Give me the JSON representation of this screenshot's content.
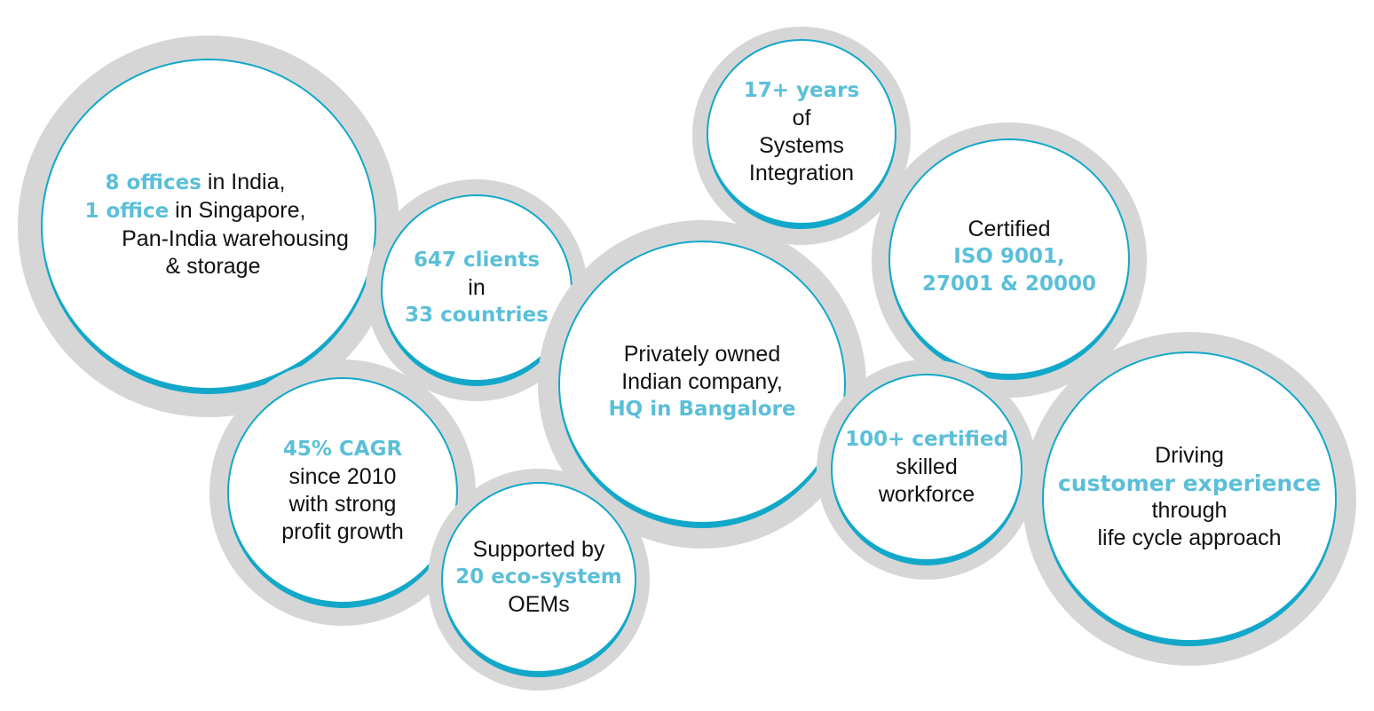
{
  "colors": {
    "ring_gray": "#d6d6d6",
    "accent_blue": "#13a8c9",
    "highlight_text": "#5bbfd8",
    "body_text": "#111111"
  },
  "bubbles": {
    "offices": {
      "h1": "8 offices",
      "t1": " in India,",
      "h2": "1 office",
      "t2": " in Singapore,",
      "t3": "Pan-India warehousing",
      "t4": "& storage"
    },
    "clients": {
      "h1": "647 clients",
      "t1": "in",
      "h2": "33 countries"
    },
    "cagr": {
      "h1": "45% CAGR",
      "t1": "since 2010",
      "t2": "with strong",
      "t3": "profit growth"
    },
    "oems": {
      "t1": "Supported by",
      "h1": "20 eco-system",
      "t2": "OEMs"
    },
    "company": {
      "t1": "Privately owned",
      "t2": "Indian company,",
      "h1": "HQ in Bangalore"
    },
    "years": {
      "h1": "17+ years",
      "t1": "of",
      "t2": "Systems",
      "t3": "Integration"
    },
    "certified": {
      "t1": "Certified",
      "h1": "ISO 9001,",
      "h2": "27001 & 20000"
    },
    "workforce": {
      "h1": "100+ certified",
      "t1": "skilled",
      "t2": "workforce"
    },
    "experience": {
      "t1": "Driving",
      "h1": "customer experience",
      "t2": "through",
      "t3": "life cycle approach"
    }
  }
}
